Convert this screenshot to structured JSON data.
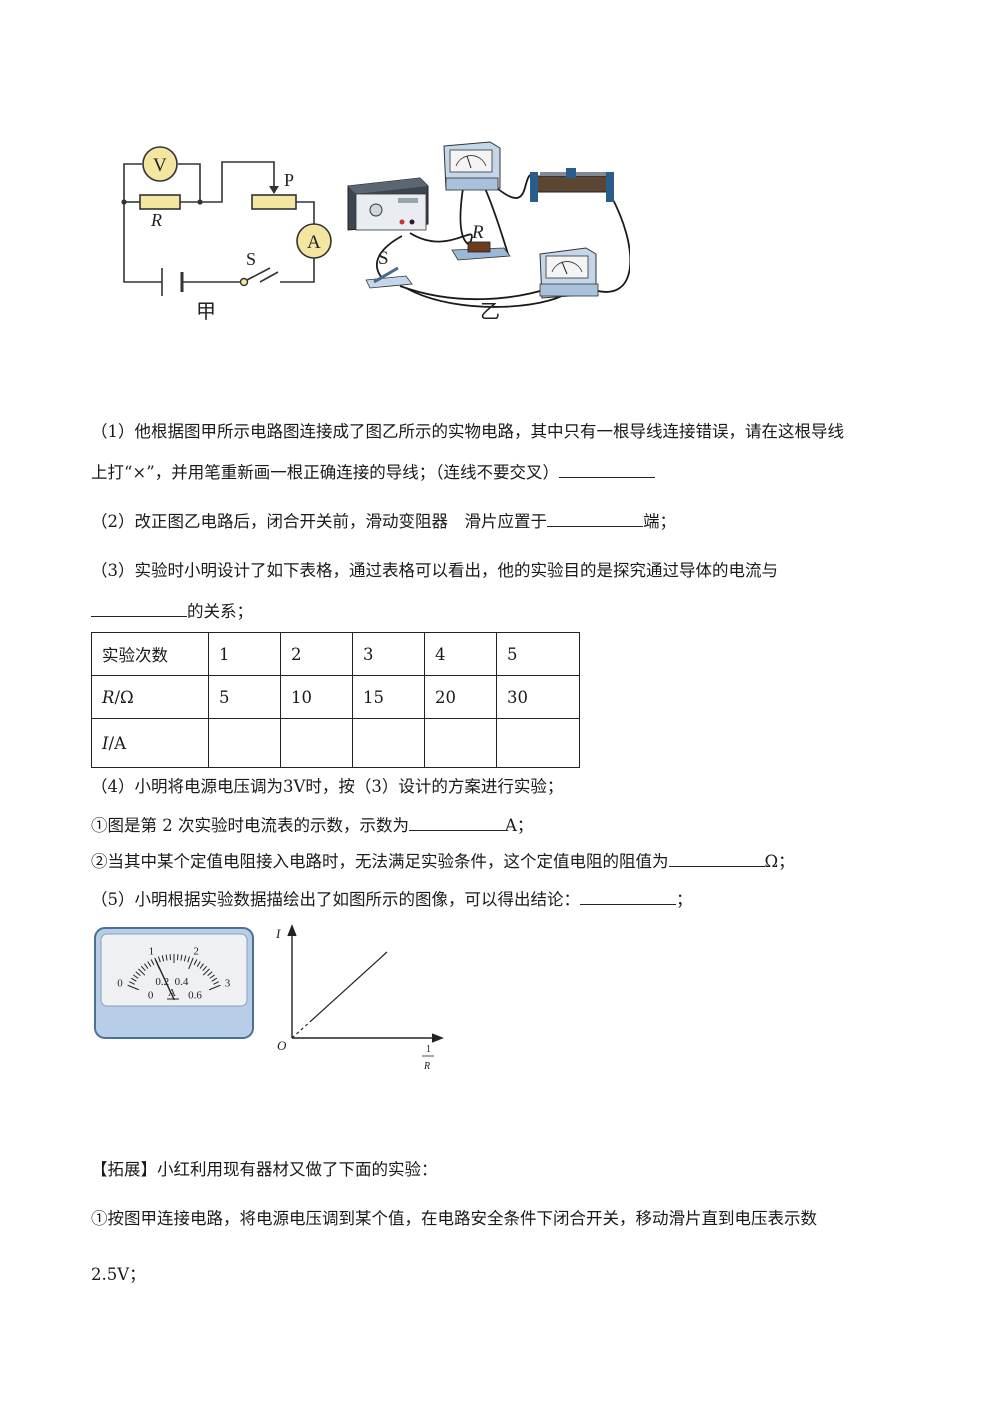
{
  "figure1": {
    "schematic": {
      "caption": "甲",
      "labels": {
        "voltmeter": "V",
        "ammeter": "A",
        "resistor": "R",
        "slider": "P",
        "switch": "S"
      }
    },
    "physical": {
      "caption": "乙",
      "labels": {
        "resistor": "R",
        "switch": "S"
      }
    }
  },
  "questions": {
    "q1_line1": "（1）他根据图甲所示电路图连接成了图乙所示的实物电路，其中只有一根导线连接错误，请在这根导线",
    "q1_line2": "上打“×”，并用笔重新画一根正确连接的导线；（连线不要交叉）",
    "q2_before": "（2）改正图乙电路后，闭合开关前，滑动变阻器　滑片应置于",
    "q2_after": "端；",
    "q3_line1": "（3）实验时小明设计了如下表格，通过表格可以看出，他的实验目的是探究通过导体的电流与",
    "q3_after": "的关系；",
    "q4_line": "（4）小明将电源电压调为3V时，按（3）设计的方案进行实验；",
    "q4_1_before": "①图是第 2 次实验时电流表的示数，示数为",
    "q4_1_after": "A；",
    "q4_2_before": "②当其中某个定值电阻接入电路时，无法满足实验条件，这个定值电阻的阻值为",
    "q4_2_after": "Ω；",
    "q5_before": "（5）小明根据实验数据描绘出了如图所示的图像，可以得出结论：",
    "q5_after": "；"
  },
  "table": {
    "row_headers": [
      "实验次数",
      "R/Ω",
      "I/A"
    ],
    "trials": [
      "1",
      "2",
      "3",
      "4",
      "5"
    ],
    "resistances": [
      "5",
      "10",
      "15",
      "20",
      "30"
    ],
    "currents": [
      "",
      "",
      "",
      "",
      ""
    ]
  },
  "ammeter": {
    "top_scale": [
      "0",
      "1",
      "2",
      "3"
    ],
    "bottom_scale": [
      "0",
      "0.2",
      "0.4",
      "0.6"
    ],
    "unit": "A",
    "needle_reading": 0.2
  },
  "graph": {
    "y_label": "I",
    "origin": "O",
    "x_label_num": "1",
    "x_label_den": "R"
  },
  "extension": {
    "title": "【拓展】小红利用现有器材又做了下面的实验：",
    "step1_line1": "①按图甲连接电路，将电源电压调到某个值，在电路安全条件下闭合开关，移动滑片直到电压表示数",
    "step1_line2": "2.5V；"
  }
}
